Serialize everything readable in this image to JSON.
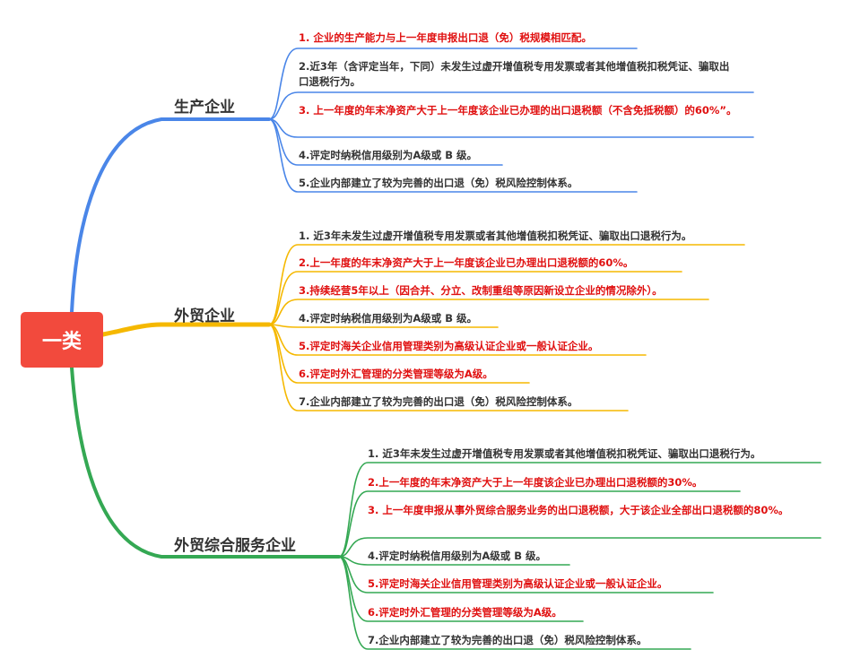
{
  "root": {
    "label": "一类"
  },
  "colors": {
    "root": "#f24a3d",
    "branch1": "#4a86e8",
    "branch2": "#f5b800",
    "branch3": "#34a853",
    "highlight": "#e01010",
    "normal": "#333333"
  },
  "branches": [
    {
      "label": "生产企业",
      "items": [
        {
          "text": "1. 企业的生产能力与上一年度申报出口退（免）税规模相匹配。",
          "red": true
        },
        {
          "text": "2.近3年（含评定当年，下同）未发生过虚开增值税专用发票或者其他增值税扣税凭证、骗取出口退税行为。",
          "red": false
        },
        {
          "text": "3. 上一年度的年末净资产大于上一年度该企业已办理的出口退税额（不含免抵税额）的60%”。",
          "red": true
        },
        {
          "text": "4.评定时纳税信用级别为A级或 B 级。",
          "red": false
        },
        {
          "text": "5.企业内部建立了较为完善的出口退（免）税风险控制体系。",
          "red": false
        }
      ]
    },
    {
      "label": "外贸企业",
      "items": [
        {
          "text": "1. 近3年未发生过虚开增值税专用发票或者其他增值税扣税凭证、骗取出口退税行为。",
          "red": false
        },
        {
          "text": "2.上一年度的年末净资产大于上一年度该企业已办理出口退税额的60%。",
          "red": true
        },
        {
          "text": "3.持续经营5年以上（因合并、分立、改制重组等原因新设立企业的情况除外）。",
          "red": true
        },
        {
          "text": "4.评定时纳税信用级别为A级或 B 级。",
          "red": false
        },
        {
          "text": "5.评定时海关企业信用管理类别为高级认证企业或一般认证企业。",
          "red": true
        },
        {
          "text": "6.评定时外汇管理的分类管理等级为A级。",
          "red": true
        },
        {
          "text": "7.企业内部建立了较为完善的出口退（免）税风险控制体系。",
          "red": false
        }
      ]
    },
    {
      "label": "外贸综合服务企业",
      "items": [
        {
          "text": "1. 近3年未发生过虚开增值税专用发票或者其他增值税扣税凭证、骗取出口退税行为。",
          "red": false
        },
        {
          "text": "2.上一年度的年末净资产大于上一年度该企业已办理出口退税额的30%。",
          "red": true
        },
        {
          "text": "3. 上一年度申报从事外贸综合服务业务的出口退税额，大于该企业全部出口退税额的80%。",
          "red": true
        },
        {
          "text": "4.评定时纳税信用级别为A级或 B 级。",
          "red": false
        },
        {
          "text": "5.评定时海关企业信用管理类别为高级认证企业或一般认证企业。",
          "red": true
        },
        {
          "text": "6.评定时外汇管理的分类管理等级为A级。",
          "red": true
        },
        {
          "text": "7.企业内部建立了较为完善的出口退（免）税风险控制体系。",
          "red": false
        }
      ]
    }
  ]
}
